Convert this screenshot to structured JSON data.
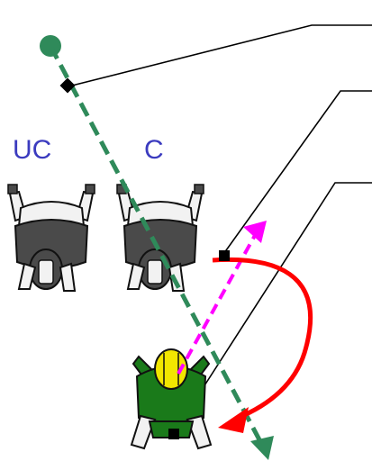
{
  "labels": {
    "uc": "UC",
    "c": "C"
  },
  "colors": {
    "label_text": "#3b3bbf",
    "path_green": "#2f8a5a",
    "path_magenta": "#ff00ff",
    "arc_red": "#ff0000",
    "leader_line": "#000000",
    "player_gray": "#4a4a4a",
    "player_white": "#f2f2f2",
    "official_green": "#1a7a1a",
    "official_yellow": "#f2e600"
  },
  "figures": [
    {
      "role": "player",
      "label": "UC",
      "icon": "player-topdown-icon"
    },
    {
      "role": "player",
      "label": "C",
      "icon": "player-topdown-icon"
    },
    {
      "role": "official",
      "label": "",
      "icon": "official-topdown-icon"
    }
  ],
  "icons": [
    "start-dot-icon",
    "marker-square-icon",
    "arrowhead-icon"
  ]
}
